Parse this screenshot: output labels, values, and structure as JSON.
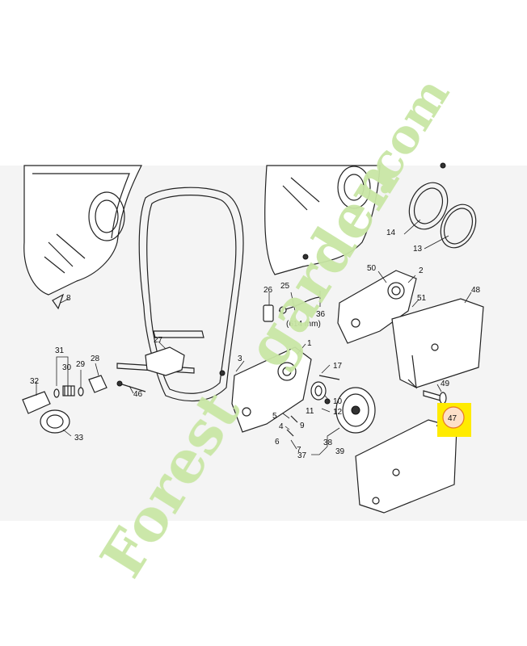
{
  "colors": {
    "band": "#f4f4f4",
    "highlight": "#ffeb00",
    "highlight_ring": "#e87722",
    "highlight_circle": "#fde0c8",
    "watermark_green": "#c9e6a5",
    "watermark_orange": "#f6c79d"
  },
  "watermark": {
    "part_forest": "Forest",
    "part_garden": "garden",
    "part_com": ".com"
  },
  "highlighted_callout": "47",
  "callouts": [
    "1",
    "2",
    "3",
    "4",
    "5",
    "6",
    "7",
    "8",
    "9",
    "10",
    "11",
    "12",
    "13",
    "14",
    "17",
    "25",
    "26",
    "27",
    "28",
    "29",
    "30",
    "31",
    "32",
    "33",
    "36",
    "37",
    "38",
    "39",
    "46",
    "47",
    "48",
    "49",
    "50",
    "51"
  ],
  "dimension_label": "(614 mm)"
}
